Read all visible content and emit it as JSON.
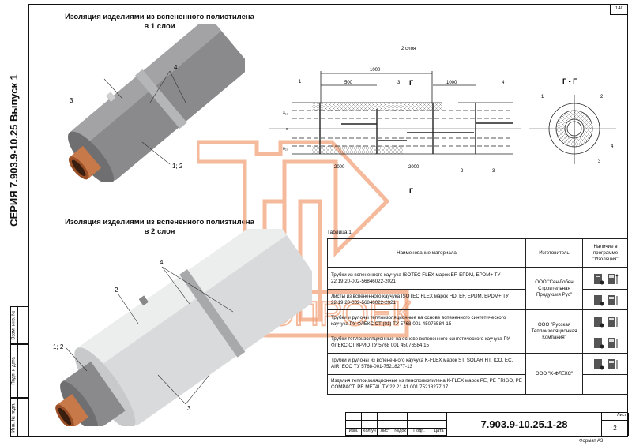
{
  "sheet_corner": "140",
  "series": "СЕРИЯ 7.903.9-10.25 Выпуск 1",
  "strip": [
    "Взам. инв. №",
    "Подп. и дата",
    "Инв. № подл."
  ],
  "one_layer": {
    "title": "Изоляция изделиями из вспененного полиэтилена",
    "title2": "в 1 слои",
    "callouts": [
      "4",
      "3",
      "1; 2"
    ]
  },
  "two_layer": {
    "title": "Изоляция изделиями из вспененного полиэтилена",
    "title2": "в 2 слоя",
    "callouts": [
      "4",
      "2",
      "1; 2",
      "3"
    ]
  },
  "drawing": {
    "title": "2 слоя",
    "dims": [
      "1000",
      "500",
      "1000",
      "2000",
      "2000"
    ],
    "callouts": [
      "1",
      "3",
      "4",
      "2",
      "3"
    ],
    "section": "Г",
    "delta1": "δ₁₀",
    "d": "d",
    "delta2": "δ₂₀",
    "section_view": {
      "title": "Г - Г",
      "callouts": [
        "1",
        "2",
        "4",
        "3"
      ]
    }
  },
  "watermark": "ТЕПЛОПРОЕКТ",
  "table": {
    "caption": "Таблица 1",
    "headers": [
      "Наименование материала",
      "Изготовитель",
      "Наличие в программе \"Изоляция\""
    ],
    "rows": [
      {
        "name": "Трубки из вспененного каучука ISOTEC FLEX марок EF, EPDM, EPDM+ ТУ 22.19.20-002-56846022-2021"
      },
      {
        "name": "Листы из вспененного каучука ISOTEC FLEX марок HD, EF, EPDM, EPDM+ ТУ 22.19.20-002-56846022-2021"
      },
      {
        "name": "Трубки и рулоны теплоизоляционные на основе вспененного синтетического каучука РУ ФЛЕКС СТ (01) ТУ 5768-001-45076584-15"
      },
      {
        "name": "Трубки теплоизоляционные на основе вспененного синтетического каучука РУ ФЛЕКС СТ КРИО ТУ 5768 001 45076584 15"
      },
      {
        "name": "Трубки и рулоны из вспененного каучука K-FLEX марок ST, SOLAR HT, ICO, EC, AIR, ECO ТУ 5768-001-75218277-13"
      },
      {
        "name": "Изделия теплоизоляционные из пенополиэтилена K-FLEX марок PE, PE FRIGO, PE COMPACT, PE METAL ТУ 22.21.41 001 75218277 17"
      }
    ],
    "makers": [
      "ООО \"Сен-Гобен Строительная Продукция Рус\"",
      "ООО \"Русская Теплоизоляционная Компания\"",
      "ООО \"K-ФЛЕКС\""
    ]
  },
  "titleblock": {
    "cols": [
      "Изм.",
      "Кол.уч",
      "Лист",
      "№док",
      "Подп.",
      "Дата"
    ],
    "doc": "7.903.9-10.25.1-28",
    "sheet_label": "Лист",
    "sheet": "2"
  },
  "format": "Формат А3",
  "colors": {
    "watermark": "#f2a27a",
    "foam_dark": "#8a8a8c",
    "foam_light": "#d9dadc",
    "copper": "#c8794a"
  }
}
